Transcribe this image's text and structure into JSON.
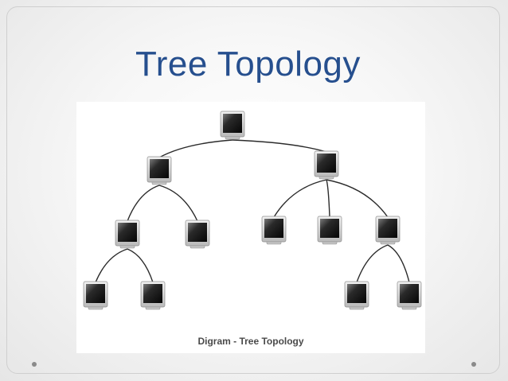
{
  "slide": {
    "title": "Tree Topology",
    "caption": "Digram - Tree Topology",
    "title_color": "#264f8e"
  },
  "tree": {
    "nodes": [
      {
        "id": "root",
        "level": 0
      },
      {
        "id": "hub-left",
        "level": 1
      },
      {
        "id": "hub-right",
        "level": 1
      },
      {
        "id": "node-l1",
        "level": 2
      },
      {
        "id": "node-l2",
        "level": 2
      },
      {
        "id": "node-r1",
        "level": 2
      },
      {
        "id": "node-r2",
        "level": 2
      },
      {
        "id": "node-r3",
        "level": 2
      },
      {
        "id": "leaf-l1a",
        "level": 3
      },
      {
        "id": "leaf-l1b",
        "level": 3
      },
      {
        "id": "leaf-r3a",
        "level": 3
      },
      {
        "id": "leaf-r3b",
        "level": 3
      }
    ],
    "links": [
      [
        "root",
        "hub-left"
      ],
      [
        "root",
        "hub-right"
      ],
      [
        "hub-left",
        "node-l1"
      ],
      [
        "hub-left",
        "node-l2"
      ],
      [
        "hub-right",
        "node-r1"
      ],
      [
        "hub-right",
        "node-r2"
      ],
      [
        "hub-right",
        "node-r3"
      ],
      [
        "node-l1",
        "leaf-l1a"
      ],
      [
        "node-l1",
        "leaf-l1b"
      ],
      [
        "node-r3",
        "leaf-r3a"
      ],
      [
        "node-r3",
        "leaf-r3b"
      ]
    ]
  }
}
